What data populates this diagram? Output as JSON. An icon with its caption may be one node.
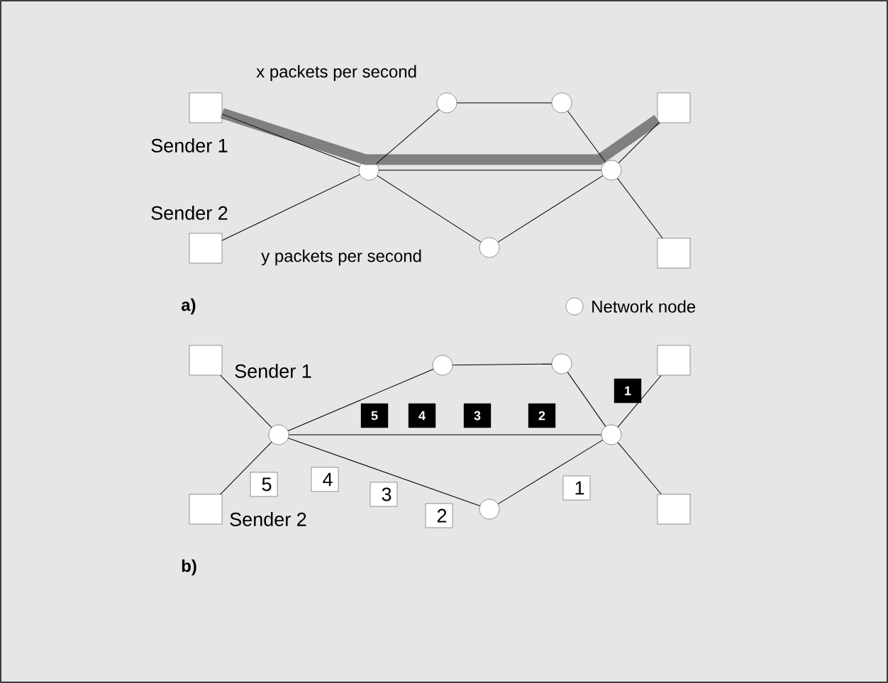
{
  "diagram": {
    "nodes": [
      {
        "text": [],
        "shape": "box",
        "beside": [
          "Sender 1"
        ]
      },
      {
        "text": [],
        "shape": "box",
        "beside": [
          "Sender 2"
        ]
      },
      {
        "text": [],
        "shape": "circle"
      },
      {
        "text": [],
        "shape": "circle"
      },
      {
        "text": [],
        "shape": "circle"
      },
      {
        "text": [],
        "shape": "circle"
      },
      {
        "text": [],
        "shape": "circle"
      },
      {
        "text": [],
        "shape": "box"
      },
      {
        "text": [],
        "shape": "box"
      },
      {
        "text": [],
        "shape": "box",
        "beside": [
          "Sender 1"
        ]
      },
      {
        "text": [],
        "shape": "box",
        "beside": [
          "Sender 2"
        ]
      },
      {
        "text": [],
        "shape": "circle"
      },
      {
        "text": [],
        "shape": "circle"
      },
      {
        "text": [],
        "shape": "circle"
      },
      {
        "text": [],
        "shape": "circle"
      },
      {
        "text": [],
        "shape": "circle"
      },
      {
        "text": [],
        "shape": "box"
      },
      {
        "text": [],
        "shape": "box"
      },
      {
        "text": [
          "1"
        ]
      },
      {
        "text": [
          "5"
        ]
      },
      {
        "text": [
          "4"
        ]
      },
      {
        "text": [
          "3"
        ]
      },
      {
        "text": [
          "2"
        ]
      },
      {
        "text": [
          "5"
        ]
      },
      {
        "text": [
          "4"
        ]
      },
      {
        "text": [
          "3"
        ]
      },
      {
        "text": [
          "2"
        ]
      },
      {
        "text": [
          "1"
        ]
      }
    ],
    "edges": [
      {
        "from": 0,
        "to": 7,
        "arrow": "none",
        "style": "thick",
        "color": "#808080",
        "label": "x packets per second"
      },
      {
        "from": 0,
        "to": 2,
        "arrow": "none"
      },
      {
        "from": 1,
        "to": 2,
        "arrow": "none"
      },
      {
        "from": 2,
        "to": 3,
        "arrow": "none"
      },
      {
        "from": 3,
        "to": 4,
        "arrow": "none"
      },
      {
        "from": 4,
        "to": 6,
        "arrow": "none"
      },
      {
        "from": 2,
        "to": 6,
        "arrow": "none"
      },
      {
        "from": 2,
        "to": 5,
        "arrow": "none"
      },
      {
        "from": 5,
        "to": 6,
        "arrow": "none"
      },
      {
        "from": 6,
        "to": 7,
        "arrow": "none"
      },
      {
        "from": 6,
        "to": 8,
        "arrow": "none"
      },
      {
        "from": 9,
        "to": 11,
        "arrow": "none"
      },
      {
        "from": 10,
        "to": 11,
        "arrow": "none"
      },
      {
        "from": 11,
        "to": 12,
        "arrow": "none"
      },
      {
        "from": 12,
        "to": 13,
        "arrow": "none"
      },
      {
        "from": 13,
        "to": 15,
        "arrow": "none"
      },
      {
        "from": 11,
        "to": 15,
        "arrow": "none"
      },
      {
        "from": 11,
        "to": 14,
        "arrow": "none"
      },
      {
        "from": 14,
        "to": 15,
        "arrow": "none"
      },
      {
        "from": 15,
        "to": 16,
        "arrow": "none"
      },
      {
        "from": 15,
        "to": 17,
        "arrow": "none"
      }
    ],
    "labels": [
      "y packets per second",
      "a)",
      "b)"
    ],
    "legend": [
      {
        "text": "Network node"
      }
    ]
  }
}
